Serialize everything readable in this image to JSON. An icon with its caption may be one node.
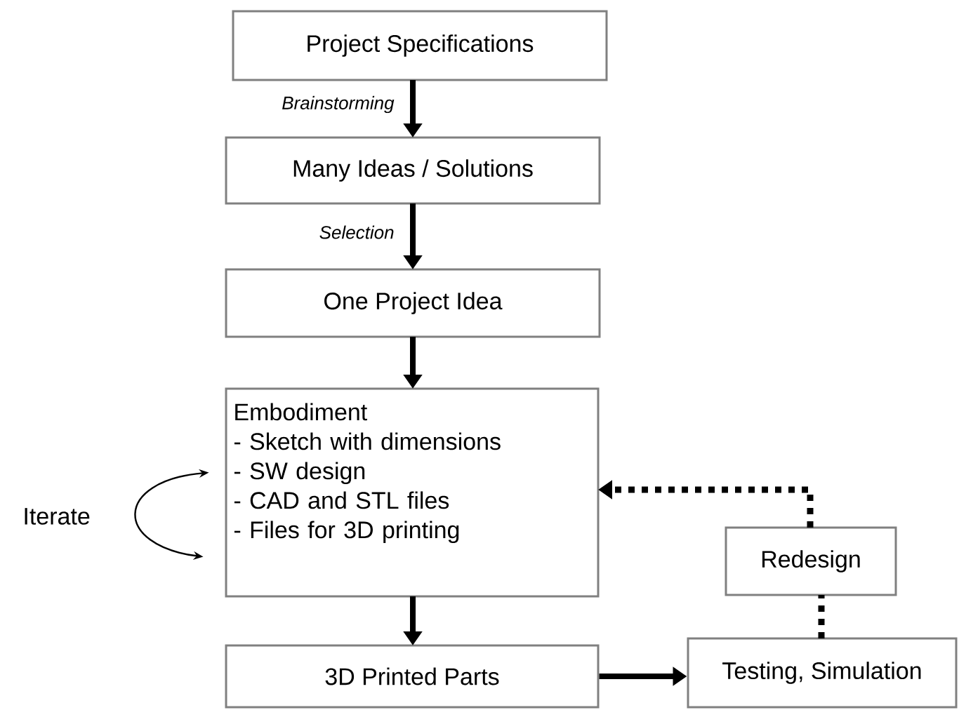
{
  "diagram": {
    "nodes": [
      {
        "text": [
          "Project Specifications"
        ]
      },
      {
        "text": [
          "Many Ideas / Solutions"
        ]
      },
      {
        "text": [
          "One Project Idea"
        ]
      },
      {
        "text": [
          "Embodiment",
          "- Sketch with dimensions",
          "- SW design",
          "- CAD and STL files",
          "- Files for 3D printing"
        ]
      },
      {
        "text": [
          "3D Printed Parts"
        ]
      },
      {
        "text": [
          "Testing, Simulation"
        ]
      },
      {
        "text": [
          "Redesign"
        ]
      }
    ],
    "edges": [
      {
        "from": 0,
        "to": 1,
        "arrow": "to",
        "label": "Brainstorming"
      },
      {
        "from": 1,
        "to": 2,
        "arrow": "to",
        "label": "Selection"
      },
      {
        "from": 2,
        "to": 3,
        "arrow": "to"
      },
      {
        "from": 3,
        "to": 4,
        "arrow": "to"
      },
      {
        "from": 4,
        "to": 5,
        "arrow": "to"
      },
      {
        "from": 5,
        "to": 6,
        "arrow": "none",
        "style": "dashed"
      },
      {
        "from": 6,
        "to": 3,
        "arrow": "to",
        "style": "dashed"
      },
      {
        "from": 3,
        "to": 3,
        "arrow": "both",
        "label": "Iterate"
      }
    ]
  }
}
